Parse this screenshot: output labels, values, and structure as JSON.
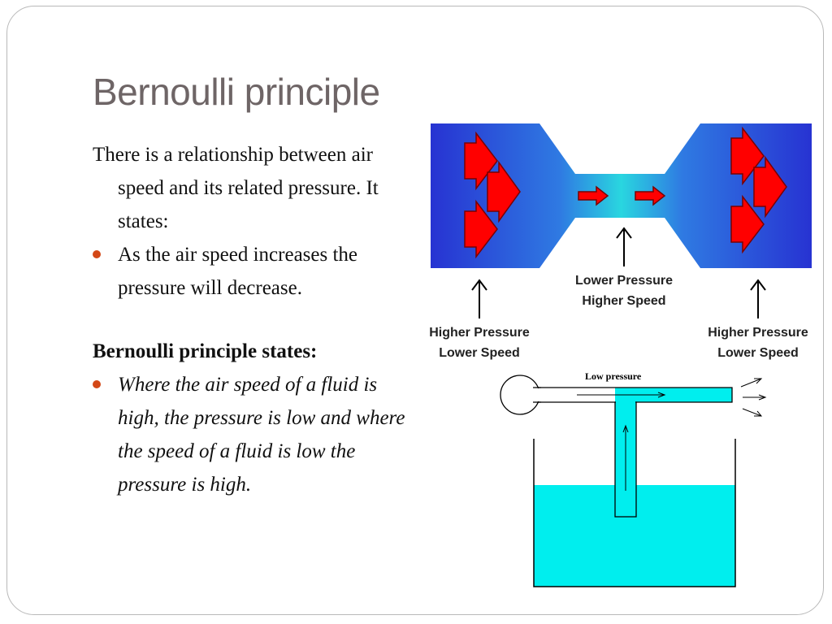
{
  "slide": {
    "title": "Bernoulli principle",
    "intro": "There is a relationship between air speed and its related pressure. It states:",
    "bullet1": "As the air speed increases the pressure will decrease.",
    "heading": "Bernoulli principle states:",
    "bullet2": "Where the air speed of a fluid is high, the pressure is low and where the speed of a fluid is low the pressure is high."
  },
  "venturi": {
    "left_label": [
      "Higher Pressure",
      "Lower Speed"
    ],
    "center_label": [
      "Lower Pressure",
      "Higher Speed"
    ],
    "right_label": [
      "Higher Pressure",
      "Lower Speed"
    ],
    "colors": {
      "outer": "#2a3ad6",
      "inner": "#28d2e0",
      "arrow": "#ff0000"
    }
  },
  "atomizer": {
    "label": "Low pressure",
    "colors": {
      "fluid": "#00eeee"
    }
  },
  "colors": {
    "title": "#6e6566",
    "bullet": "#d34817"
  }
}
